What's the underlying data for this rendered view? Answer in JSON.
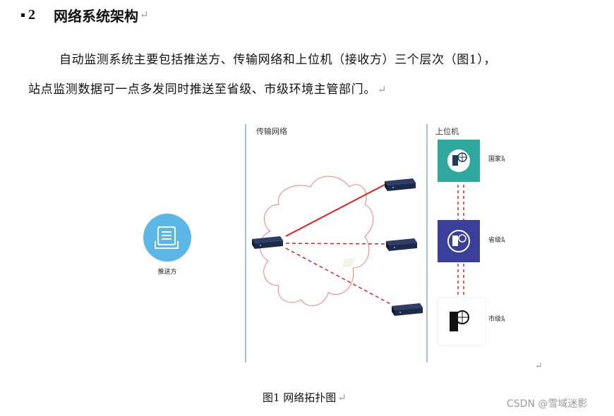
{
  "section": {
    "number": "2",
    "title": "网络系统架构",
    "mark": "↵"
  },
  "paragraph": {
    "line1": "自动监测系统主要包括推送方、传输网络和上位机（接收方）三个层次（图1），",
    "line2": "站点监测数据可一点多发同时推送至省级、市级环境主管部门。",
    "mark": "↵"
  },
  "figure": {
    "sender_label": "推送方",
    "network_label": "传输网络",
    "host_label": "上位机",
    "stations": [
      {
        "name": "国家站",
        "color": "#2fa8a0"
      },
      {
        "name": "省级站",
        "color": "#3a3f9a"
      },
      {
        "name": "市级站",
        "color": "#ffffff"
      }
    ],
    "colors": {
      "sender_circle": "#5bb8e6",
      "link_red": "#e02020",
      "cloud": "#f08080",
      "divider": "#8aaed0"
    },
    "stray_mark": "↵"
  },
  "caption": {
    "text": "图1  网络拓扑图",
    "mark": "↵"
  },
  "watermark": "CSDN @雪域迷影"
}
